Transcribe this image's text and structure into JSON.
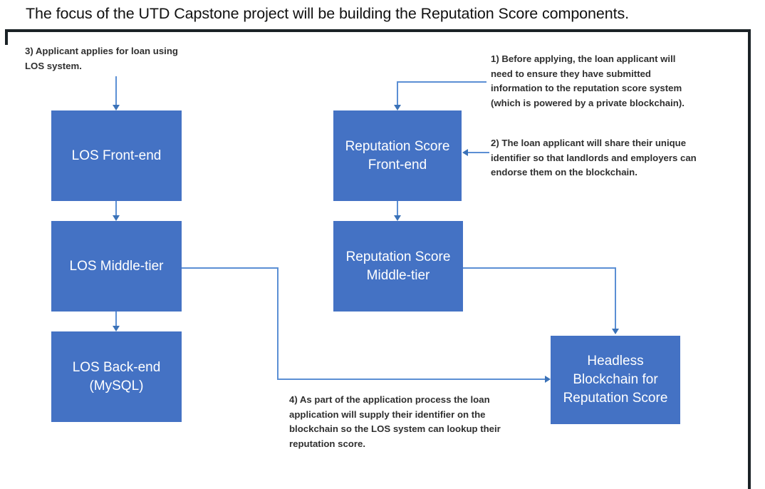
{
  "title": "The focus of the UTD Capstone project will be building the Reputation Score components.",
  "colors": {
    "node_fill": "#4472C4",
    "node_text": "#FFFFFF",
    "connector": "#5B8FD4",
    "arrow_head": "#3B72B8",
    "frame": "#1B2226",
    "note_text": "#2F2F2F"
  },
  "nodes": [
    {
      "id": "los-front-end",
      "label": "LOS Front-end"
    },
    {
      "id": "los-middle-tier",
      "label": "LOS Middle-tier"
    },
    {
      "id": "los-back-end",
      "label": "LOS Back-end\n(MySQL)"
    },
    {
      "id": "reputation-front-end",
      "label": "Reputation Score\nFront-end"
    },
    {
      "id": "reputation-middle-tier",
      "label": "Reputation Score\nMiddle-tier"
    },
    {
      "id": "headless-blockchain",
      "label": "Headless\nBlockchain for\nReputation Score"
    }
  ],
  "notes": [
    {
      "id": "note-3",
      "text": "3) Applicant applies for loan using\nLOS system."
    },
    {
      "id": "note-1",
      "text": "1) Before applying, the loan applicant will\nneed to ensure they have submitted\ninformation to the reputation score system\n(which is powered by a private blockchain)."
    },
    {
      "id": "note-2",
      "text": "2) The loan applicant will share their unique\nidentifier so that landlords and employers can\nendorse them on the blockchain."
    },
    {
      "id": "note-4",
      "text": "4) As part of the application process the loan\napplication will supply their identifier on the\nblockchain so the LOS system can lookup their\nreputation score."
    }
  ],
  "connectors": [
    {
      "id": "note3-to-los-front-end",
      "from": "note-3",
      "to": "los-front-end"
    },
    {
      "id": "los-front-end-to-los-middle-tier",
      "from": "los-front-end",
      "to": "los-middle-tier"
    },
    {
      "id": "los-middle-tier-to-los-back-end",
      "from": "los-middle-tier",
      "to": "los-back-end"
    },
    {
      "id": "note1-to-reputation-front-end",
      "from": "note-1",
      "to": "reputation-front-end"
    },
    {
      "id": "note2-to-reputation-front-end",
      "from": "note-2",
      "to": "reputation-front-end"
    },
    {
      "id": "reputation-front-end-to-middle-tier",
      "from": "reputation-front-end",
      "to": "reputation-middle-tier"
    },
    {
      "id": "reputation-middle-tier-to-blockchain",
      "from": "reputation-middle-tier",
      "to": "headless-blockchain"
    },
    {
      "id": "los-middle-tier-to-blockchain",
      "from": "los-middle-tier",
      "to": "headless-blockchain"
    }
  ]
}
